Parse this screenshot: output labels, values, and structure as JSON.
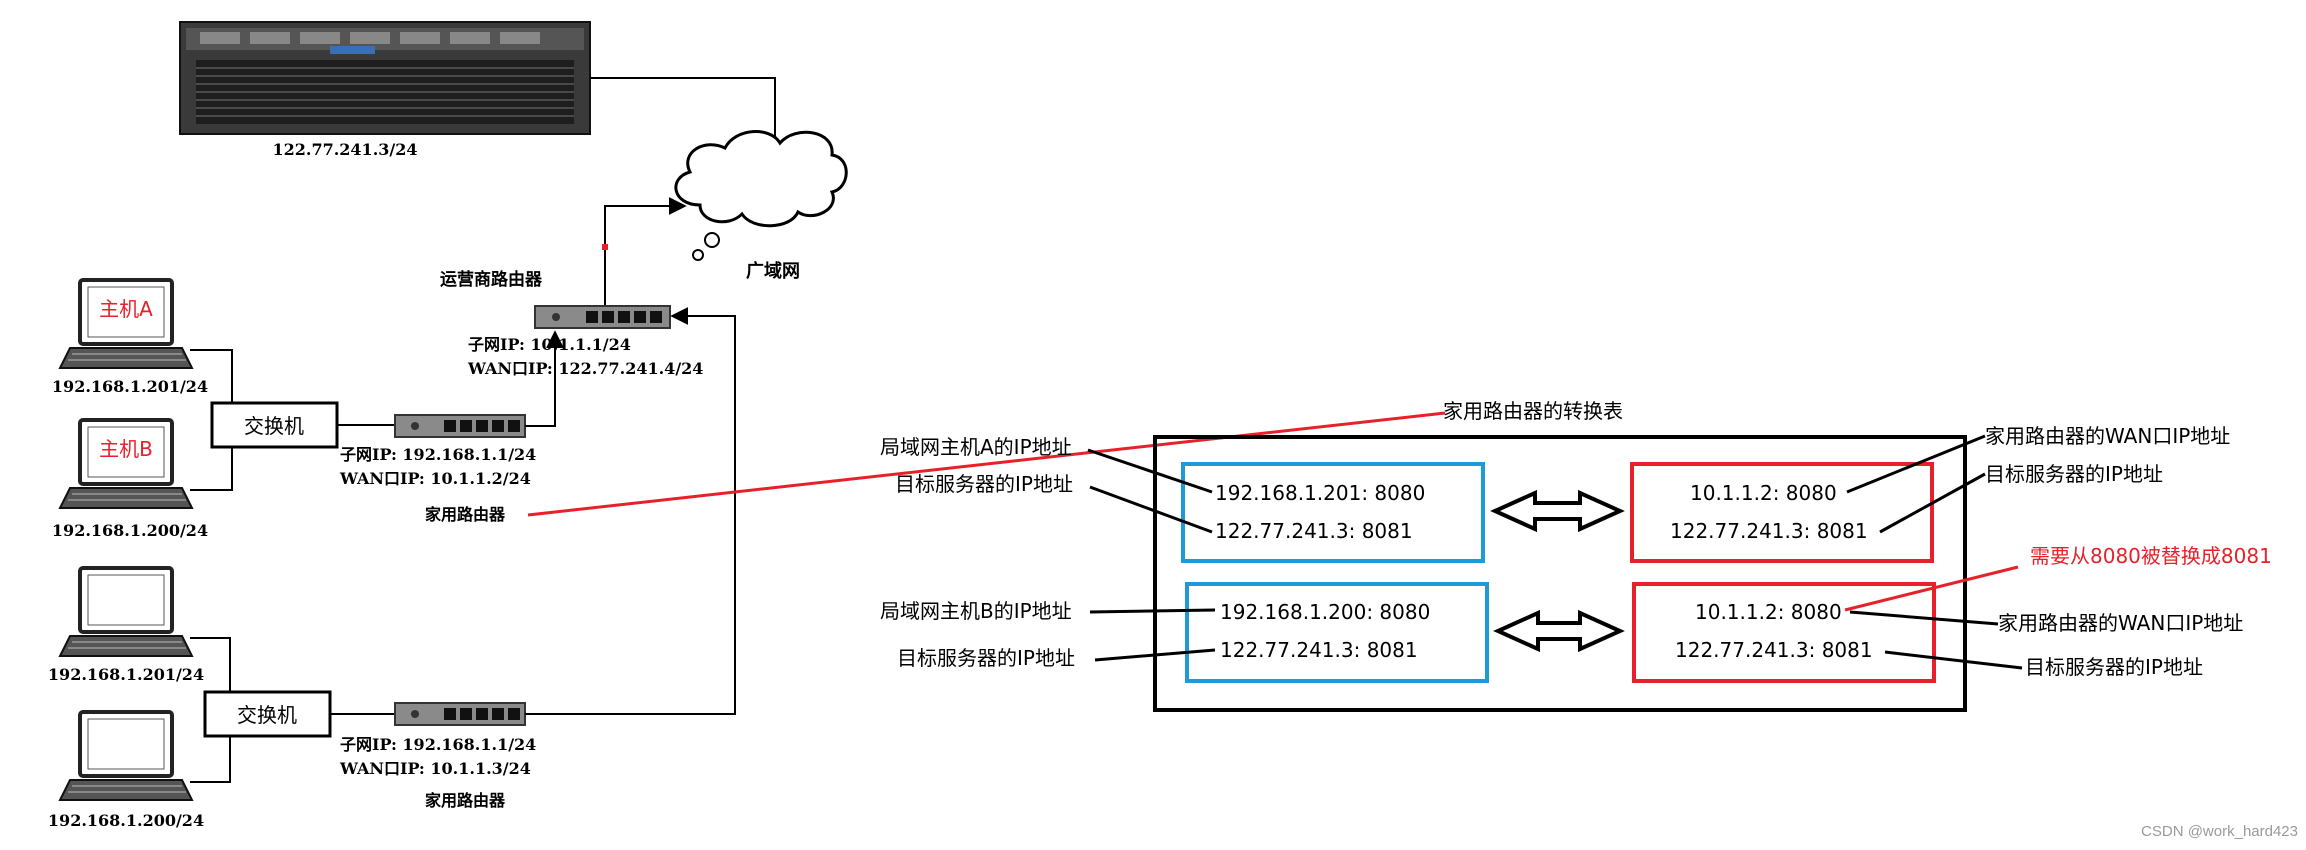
{
  "server": {
    "ip": "122.77.241.3/24"
  },
  "wan_cloud": {
    "label": "广域网"
  },
  "isp_router": {
    "title": "运营商路由器",
    "subnet_ip": "子网IP: 10.1.1.1/24",
    "wan_ip": "WAN口IP: 122.77.241.4/24"
  },
  "lan_a": {
    "host_a": {
      "label": "主机A",
      "ip": "192.168.1.201/24"
    },
    "host_b": {
      "label": "主机B",
      "ip": "192.168.1.200/24"
    },
    "switch_label": "交换机",
    "router": {
      "subnet_ip": "子网IP: 192.168.1.1/24",
      "wan_ip": "WAN口IP: 10.1.1.2/24",
      "title": "家用路由器"
    }
  },
  "lan_b": {
    "host_1": {
      "ip": "192.168.1.201/24"
    },
    "host_2": {
      "ip": "192.168.1.200/24"
    },
    "switch_label": "交换机",
    "router": {
      "subnet_ip": "子网IP: 192.168.1.1/24",
      "wan_ip": "WAN口IP: 10.1.1.3/24",
      "title": "家用路由器"
    }
  },
  "nat_table": {
    "title": "家用路由器的转换表",
    "row1": {
      "left_line1": "192.168.1.201: 8080",
      "left_line2": "122.77.241.3: 8081",
      "right_line1": "10.1.1.2: 8080",
      "right_line2": "122.77.241.3: 8081",
      "left_callout1": "局域网主机A的IP地址",
      "left_callout2": "目标服务器的IP地址",
      "right_callout1": "家用路由器的WAN口IP地址",
      "right_callout2": "目标服务器的IP地址"
    },
    "row2": {
      "left_line1": "192.168.1.200: 8080",
      "left_line2": "122.77.241.3: 8081",
      "right_line1": "10.1.1.2: 8080",
      "right_line2": "122.77.241.3: 8081",
      "left_callout1": "局域网主机B的IP地址",
      "left_callout2": "目标服务器的IP地址",
      "right_callout1": "家用路由器的WAN口IP地址",
      "right_callout2": "目标服务器的IP地址",
      "note": "需要从8080被替换成8081"
    }
  },
  "watermark": "CSDN @work_hard423",
  "colors": {
    "red": "#e8202a",
    "blue": "#1e9ad6",
    "black": "#000000"
  }
}
